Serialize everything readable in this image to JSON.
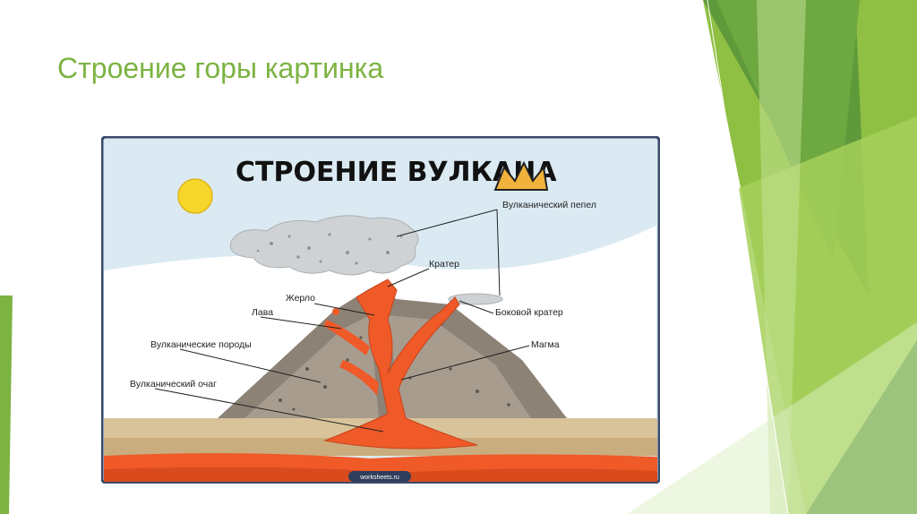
{
  "slide": {
    "title": "Строение горы картинка"
  },
  "poster": {
    "title": "СТРОЕНИЕ ВУЛКАНА",
    "credit": "worksheets.ru",
    "labels": {
      "ash": "Вулканический пепел",
      "crater": "Кратер",
      "vent": "Жерло",
      "side_crater": "Боковой кратер",
      "lava": "Лава",
      "magma": "Магма",
      "rocks": "Вулканические породы",
      "chamber": "Вулканический очаг"
    }
  },
  "colors": {
    "accent_green": "#7cb342",
    "lava": "#ef5a28",
    "sky": "#dbeaf2",
    "rock": "#8c8276",
    "sand": "#d9c39b",
    "frame": "#3a4a6b"
  },
  "icons": {
    "sun": "sun-icon",
    "crown": "crown-icon"
  }
}
